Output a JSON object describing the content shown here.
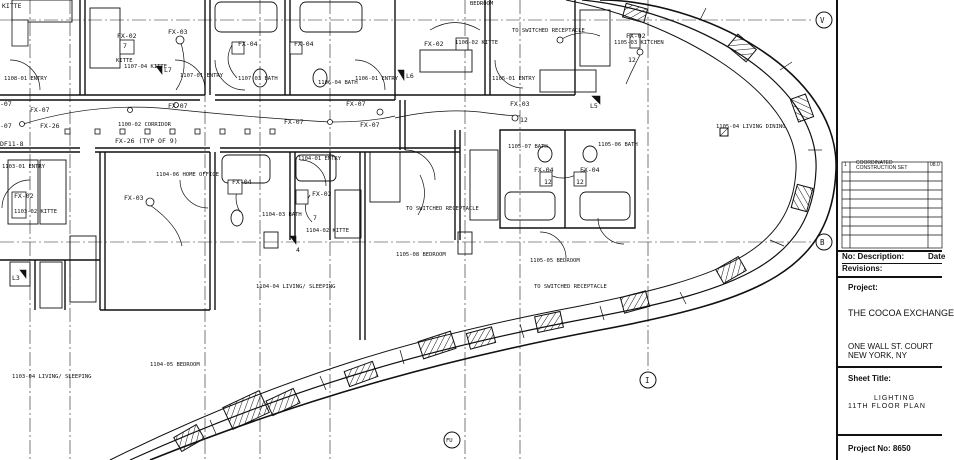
{
  "labels": {
    "kitte_top": "KITTE",
    "fx02_a": "FX-02",
    "kitte_a": "KITTE",
    "n7_a": "7",
    "fx03_top": "FX-03",
    "fx04_a": "FX-04",
    "fx04_b": "FX-04",
    "bath_1107_03": "1107-03 BATH",
    "bath_1106_04": "1106-04 BATH",
    "kitte_1107_04": "1107-04 KITTE",
    "l7": "L7",
    "entry_1108": "1108-01 ENTRY",
    "entry_1107": "1107-01 ENTRY",
    "entry_1106": "1106-01 ENTRY",
    "bedroom_top": "BEDROOM",
    "fx02_b": "FX-02",
    "kitte_1106_02": "1106-02 KITTE",
    "l6": "L6",
    "switched_1": "TO SWITCHED RECEPTACLE",
    "entry_1105_01": "1105-01 ENTRY",
    "kitchen_1105_03": "1105-03 KITCHEN",
    "fx02_c": "FX-02",
    "n12_a": "12",
    "fx07_a": "FX-07",
    "fx07_b": "FX-07",
    "fx07_c": "FX-07",
    "fx07_d": "FX-07",
    "fx07_e": "FX-07",
    "fx07_f": "FX-07",
    "fx03_b": "FX-03",
    "n12_b": "12",
    "n07_a": "-07",
    "n07_b": "-07",
    "l5": "L5",
    "fx26_a": "FX-26",
    "corridor": "1100-02 CORRIDOR",
    "fx26_typ": "FX-26 (TYP OF 9)",
    "df11": "DF11-8",
    "living_dining": "1105-04 LIVING DINING",
    "entry_1103": "1103-01 ENTRY",
    "fx02_d": "FX-02",
    "kitte_1103": "1103-02 KITTE",
    "home_office": "1104-06 HOME OFFICE",
    "fx03_c": "FX-03",
    "fx04_c": "FX-04",
    "bath_1104_03": "1104-03 BATH",
    "entry_1104": "1104-01 ENTRY",
    "fx02_e": "FX-02",
    "kitte_1104": "1104-02 KITTE",
    "n7_b": "7",
    "n4": "4",
    "bath_1105_07": "1105-07 BATH",
    "bath_1105_06": "1105-06 BATH",
    "fx04_d": "FX-04",
    "fx04_e": "FX-04",
    "n12_c": "12",
    "n12_d": "12",
    "switched_2": "TO SWITCHED RECEPTACLE",
    "bedroom_1105_08": "1105-08 BEDROOM",
    "bedroom_1105_05": "1105-05 BEDROOM",
    "switched_3": "TO SWITCHED RECEPTACLE",
    "l3": "L3",
    "living_sleeping_1104": "1104-04 LIVING/ SLEEPING",
    "bedroom_1104_05": "1104-05 BEDROOM",
    "living_sleeping_1103": "1103-04 LIVING/ SLEEPING",
    "grid_v": "V",
    "grid_b": "B",
    "grid_i": "I",
    "grid_fu": "FU"
  },
  "titleblock": {
    "rev_num": "1",
    "rev_desc": "COORDINATED CONSTRUCTION SET",
    "rev_date": "08.0",
    "no_desc": "No: Description:",
    "date": "Date",
    "revisions": "Revisions:",
    "project_label": "Project:",
    "project_name": "THE COCOA EXCHANGE",
    "address_1": "ONE WALL ST. COURT",
    "address_2": "NEW YORK, NY",
    "sheet_title_label": "Sheet Title:",
    "sheet_title_1": "LIGHTING",
    "sheet_title_2": "11TH FLOOR PLAN",
    "project_no": "Project No: 8650"
  }
}
